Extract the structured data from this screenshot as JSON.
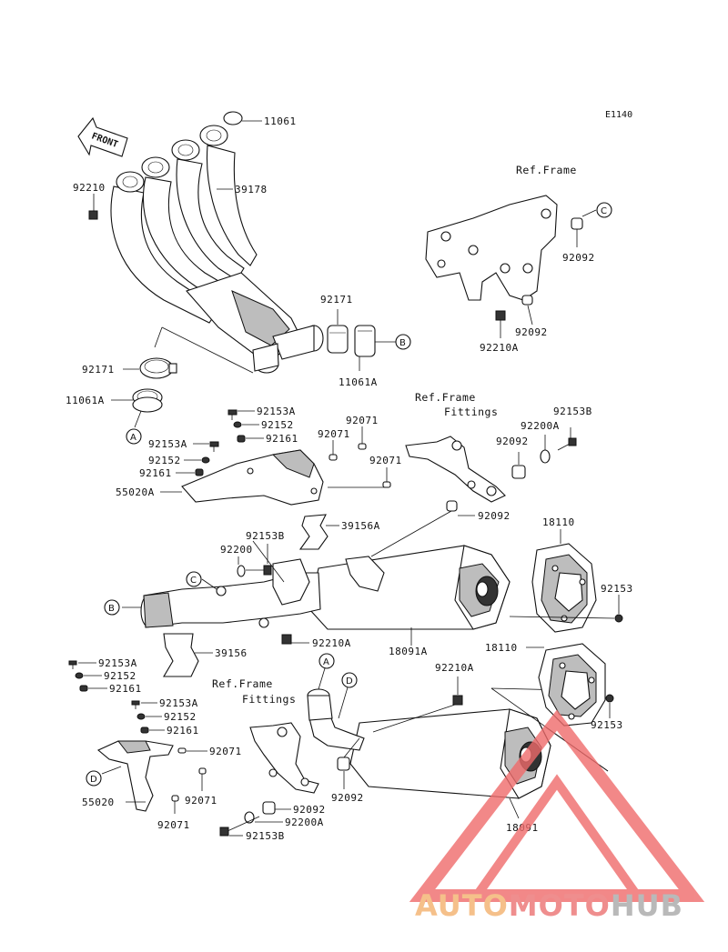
{
  "diagram": {
    "code": "E1140",
    "front_label": "FRONT",
    "ref_frame_label": "Ref.Frame",
    "ref_frame_fittings_label": "Ref.Frame",
    "fittings_label": "Fittings",
    "callouts": {
      "a": "A",
      "b": "B",
      "c": "C",
      "d": "D"
    },
    "parts": {
      "p11061": "11061",
      "p39178": "39178",
      "p92210": "92210",
      "p92092_top": "92092",
      "p92092_mid": "92092",
      "p92210a_top": "92210A",
      "p92171_center": "92171",
      "p11061a_center": "11061A",
      "p92171_left": "92171",
      "p11061a_left": "11061A",
      "p92153a_1": "92153A",
      "p92152_1": "92152",
      "p92161_1": "92161",
      "p92153a_2": "92153A",
      "p92152_2": "92152",
      "p92161_2": "92161",
      "p92071_1": "92071",
      "p92071_2": "92071",
      "p92071_3": "92071",
      "p55020a": "55020A",
      "p39156a": "39156A",
      "p92153b_top": "92153B",
      "p92200a_top": "92200A",
      "p92092_bracket": "92092",
      "p18110_top": "18110",
      "p92092_r": "92092",
      "p92153b_mid": "92153B",
      "p92200": "92200",
      "p92153_top": "92153",
      "p92210a_mid": "92210A",
      "p18091a": "18091A",
      "p39156": "39156",
      "p18110_bot": "18110",
      "p92210a_low": "92210A",
      "p92153a_3": "92153A",
      "p92152_3": "92152",
      "p92161_3": "92161",
      "p92153a_4": "92153A",
      "p92152_4": "92152",
      "p92161_4": "92161",
      "p92071_4": "92071",
      "p92071_5": "92071",
      "p92071_6": "92071",
      "p55020": "55020",
      "p92092_low": "92092",
      "p92092_low2": "92092",
      "p92200a_low": "92200A",
      "p92153b_low": "92153B",
      "p92153_low": "92153",
      "p18091": "18091"
    }
  },
  "watermark": {
    "part1": "AUTO",
    "part2": "MOTO",
    "part3": "HUB",
    "colors": {
      "auto": "#f5c08a",
      "moto": "#ef8e8e",
      "hub": "#b9b9b9",
      "triangle": "#ef6b6b"
    }
  }
}
